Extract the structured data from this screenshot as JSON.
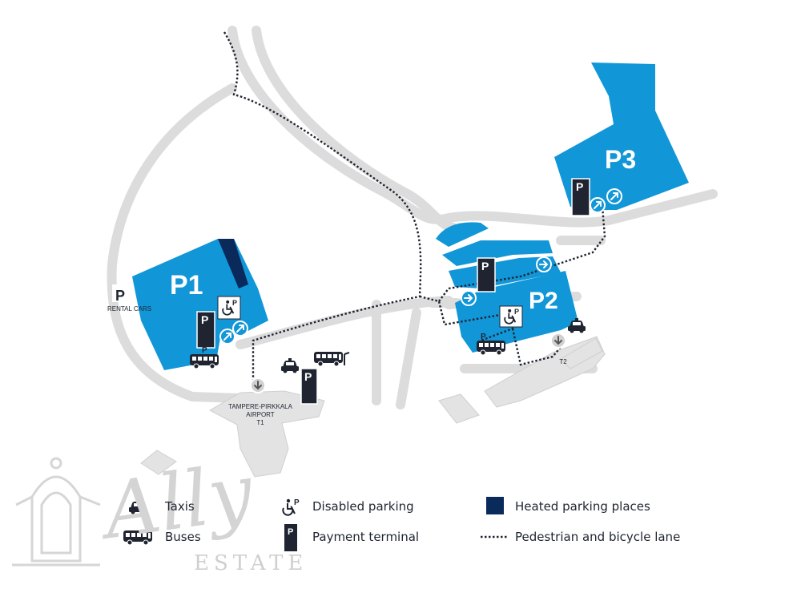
{
  "map": {
    "lots": {
      "p1": "P1",
      "p2": "P2",
      "p3": "P3"
    },
    "labels": {
      "rental_p": "P",
      "rental_cars": "RENTAL CARS",
      "terminal1_line1": "TAMPERE-PIRKKALA",
      "terminal1_line2": "AIRPORT",
      "terminal1_line3": "T1",
      "terminal2": "T2",
      "payment_symbol": "P",
      "bus_p": "P"
    },
    "colors": {
      "parking": "#1196d8",
      "heated": "#0b2a5c",
      "road": "#dcdcdc",
      "building": "#e3e3e3",
      "path": "#1f2430"
    },
    "icons": [
      "taxi-icon",
      "bus-icon",
      "disabled-parking-icon",
      "payment-terminal-icon",
      "entrance-arrow-icon"
    ]
  },
  "legend": {
    "taxis": "Taxis",
    "buses": "Buses",
    "disabled": "Disabled parking",
    "payment": "Payment terminal",
    "heated": "Heated parking places",
    "pedestrian": "Pedestrian and bicycle lane"
  },
  "watermark": {
    "script": "Ally",
    "text": "ESTATE"
  }
}
